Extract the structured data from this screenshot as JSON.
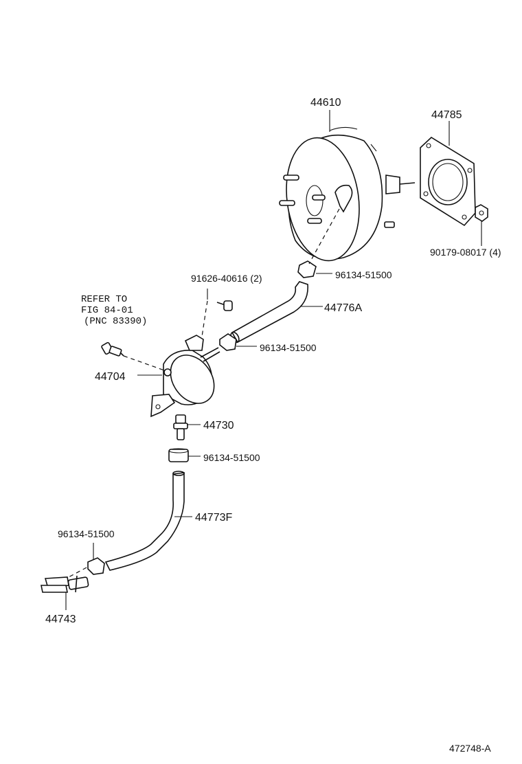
{
  "labels": {
    "booster": "44610",
    "gasket_plate": "44785",
    "nut": "90179-08017 (4)",
    "clamp_top": "96134-51500",
    "bolt": "91626-40616 (2)",
    "hose_upper": "44776A",
    "clamp_mid": "96134-51500",
    "refer_line1": "REFER TO",
    "refer_line2": "FIG 84-01",
    "refer_line3": "(PNC 83390)",
    "tank": "44704",
    "check_valve": "44730",
    "clamp_low": "96134-51500",
    "hose_lower": "44773F",
    "clamp_bottom": "96134-51500",
    "union": "44743",
    "figure_id": "472748-A"
  }
}
